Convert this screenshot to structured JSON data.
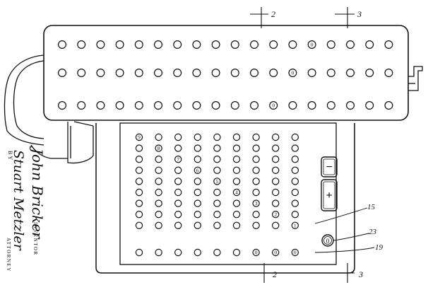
{
  "section_marks": {
    "top_left": "2",
    "top_right": "3",
    "bottom_left": "2",
    "bottom_right": "3"
  },
  "reference_numerals": {
    "r15": "15",
    "r23": "23",
    "r19": "19"
  },
  "control_keys": {
    "minus": "−",
    "plus": "+",
    "zero": "0"
  },
  "inscriptions": {
    "by": "BY",
    "inventor_name": "John Bricker",
    "attorney_signature": "Stuart Metzler",
    "inventor_label": "INVENTOR",
    "attorney_label": "ATTORNEY"
  },
  "register": {
    "rows": 3,
    "columns": 18,
    "marked_dials": [
      {
        "row": 0,
        "col": 13,
        "digit": "0"
      },
      {
        "row": 1,
        "col": 12,
        "digit": "0"
      },
      {
        "row": 2,
        "col": 11,
        "digit": "0"
      }
    ]
  },
  "keyboard": {
    "rows": 9,
    "columns": 9,
    "zero_row_keys": 9,
    "marked_keys": [
      {
        "row": 0,
        "col": 0,
        "digit": "9"
      },
      {
        "row": 1,
        "col": 1,
        "digit": "8"
      },
      {
        "row": 2,
        "col": 2,
        "digit": "7"
      },
      {
        "row": 3,
        "col": 3,
        "digit": "6"
      },
      {
        "row": 4,
        "col": 4,
        "digit": "5"
      },
      {
        "row": 5,
        "col": 5,
        "digit": "4"
      },
      {
        "row": 6,
        "col": 6,
        "digit": "3"
      },
      {
        "row": 7,
        "col": 7,
        "digit": "2"
      },
      {
        "row": 8,
        "col": 8,
        "digit": "1"
      }
    ],
    "zero_row_marked": [
      {
        "col": 6,
        "digit": "0"
      },
      {
        "col": 7,
        "digit": "0"
      },
      {
        "col": 8,
        "digit": "0"
      }
    ]
  }
}
